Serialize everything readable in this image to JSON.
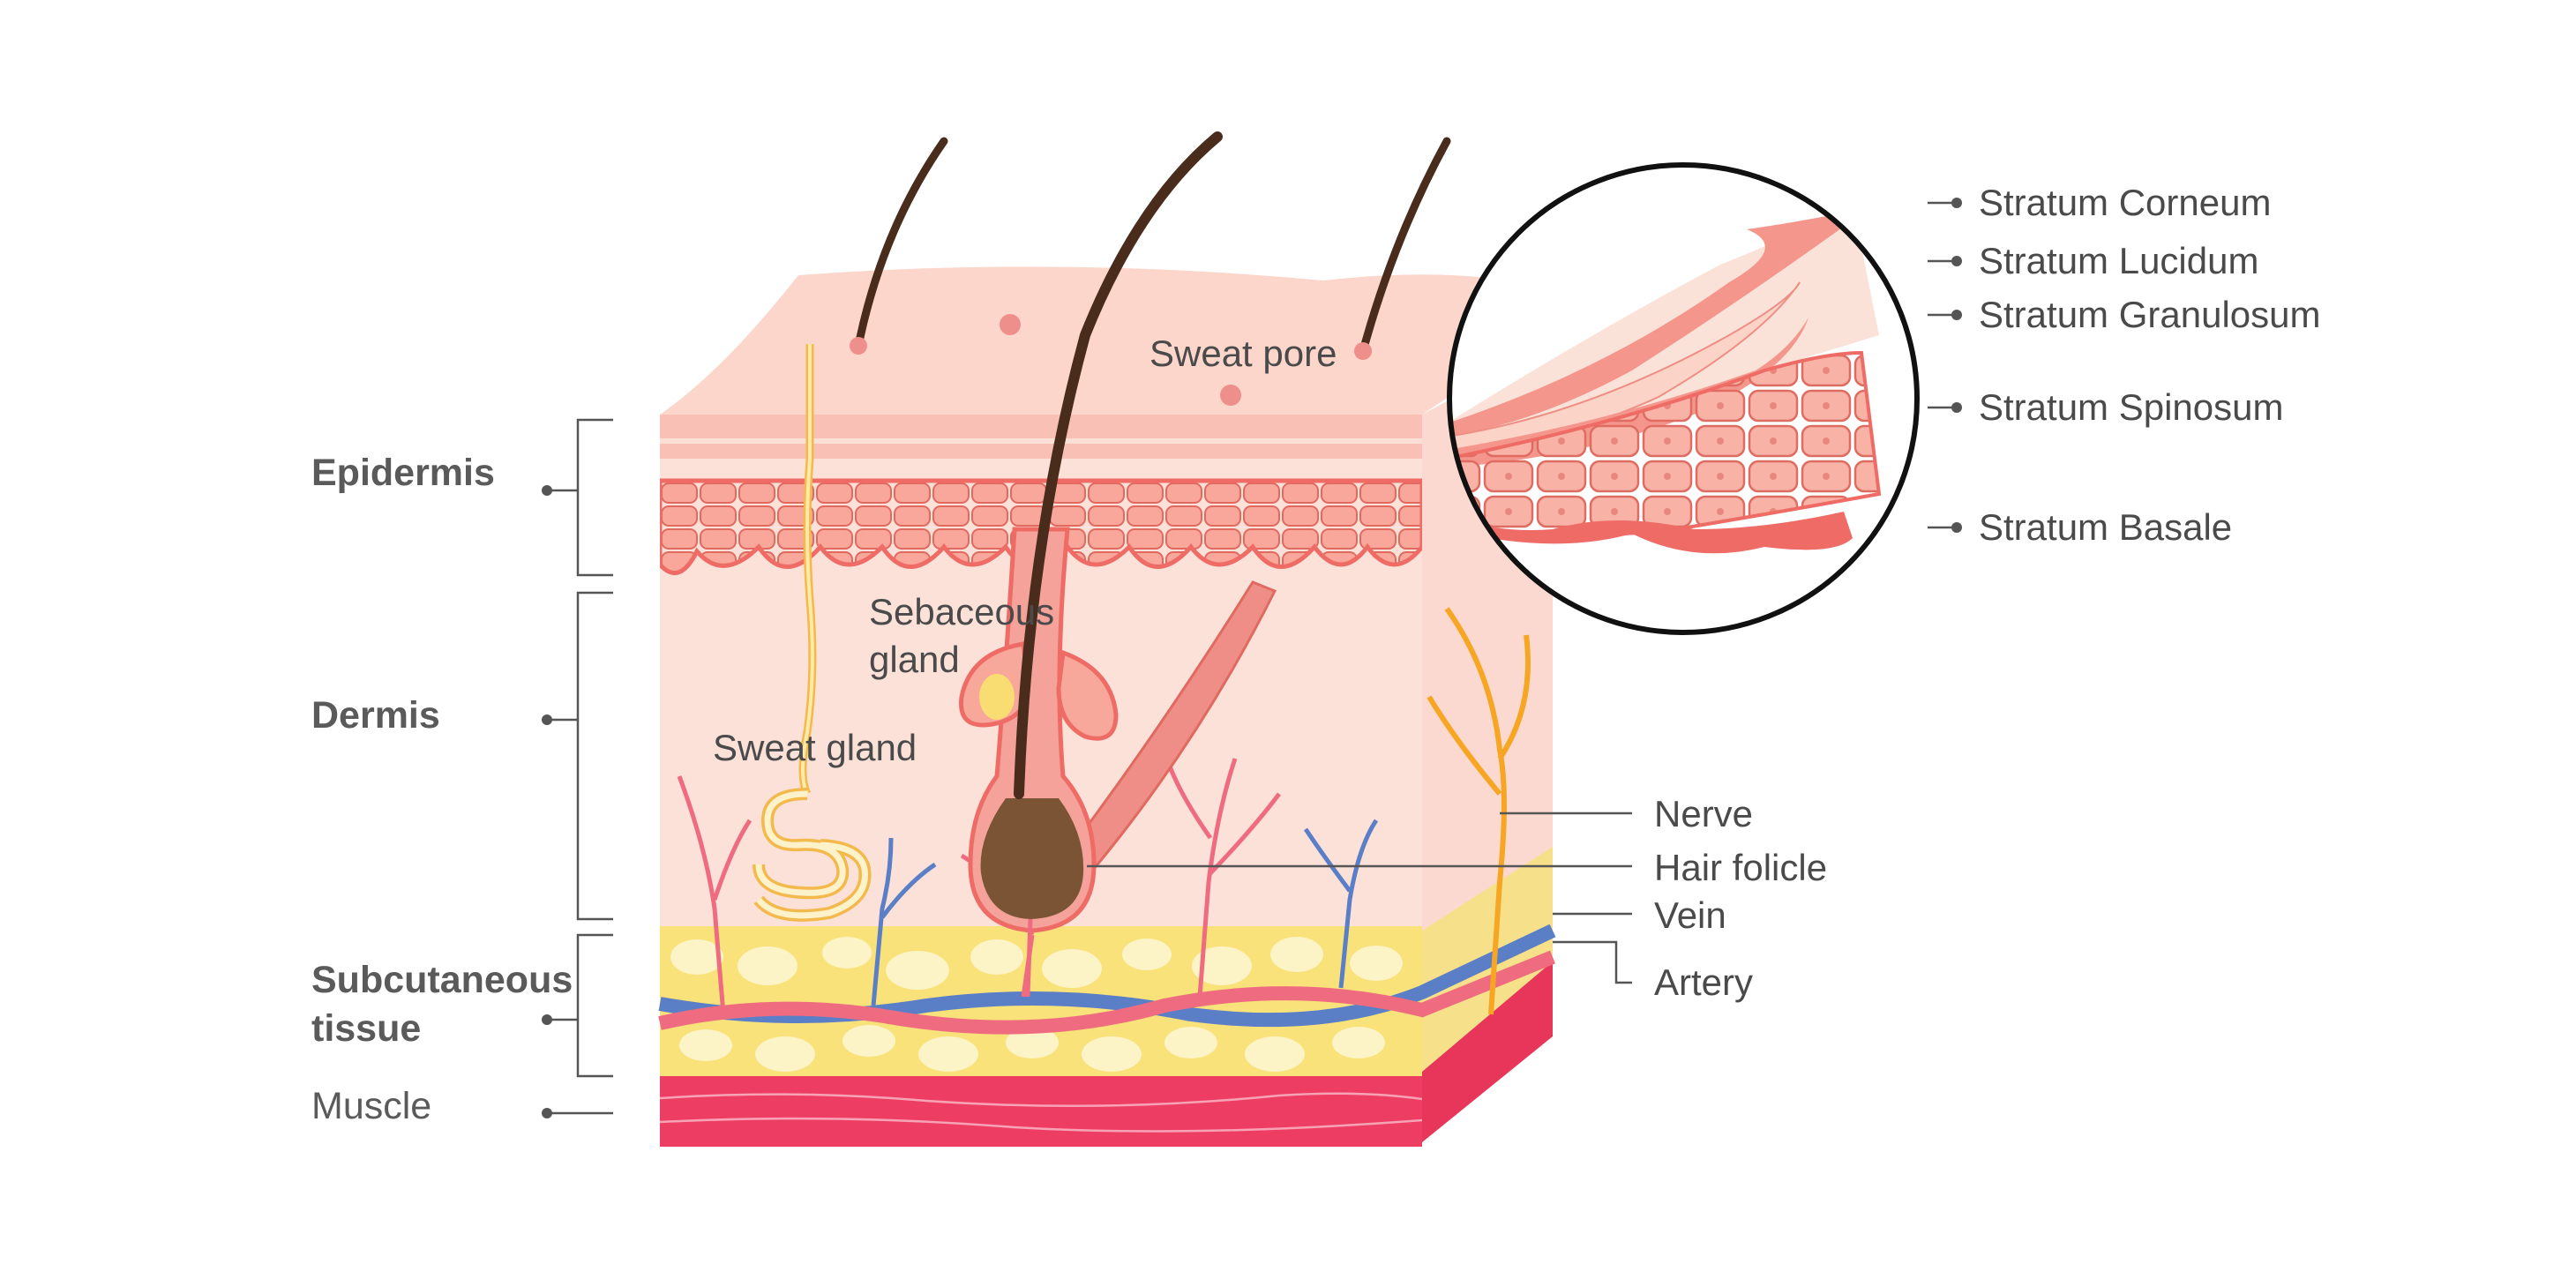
{
  "layers": {
    "epidermis": "Epidermis",
    "dermis": "Dermis",
    "subcutaneous_line1": "Subcutaneous",
    "subcutaneous_line2": "tissue",
    "muscle": "Muscle"
  },
  "structures": {
    "sweat_pore": "Sweat pore",
    "sebaceous_line1": "Sebaceous",
    "sebaceous_line2": "gland",
    "sweat_gland": "Sweat gland",
    "nerve": "Nerve",
    "hair_follicle": "Hair folicle",
    "vein": "Vein",
    "artery": "Artery"
  },
  "strata": [
    "Stratum Corneum",
    "Stratum Lucidum",
    "Stratum Granulosum",
    "Stratum Spinosum",
    "Stratum Basale"
  ],
  "colors": {
    "skin_surface": "#fbd3c9",
    "epidermis": "#f7a89b",
    "dermis": "#fce0d8",
    "fat": "#f9e27a",
    "muscle": "#ee3d62",
    "hair": "#4a2c1c",
    "vein": "#5b7fc7",
    "artery": "#ef6c80",
    "nerve": "#f6a623"
  }
}
